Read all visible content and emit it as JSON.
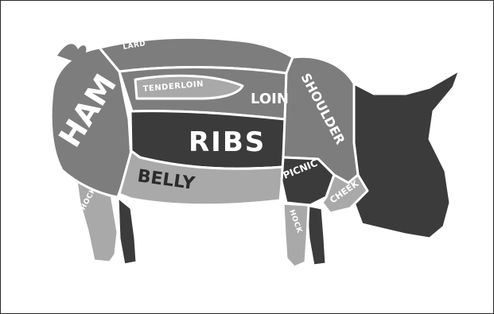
{
  "diagram": {
    "cuts": [
      {
        "id": "ham",
        "label": "HAM"
      },
      {
        "id": "lard",
        "label": "LARD"
      },
      {
        "id": "tenderloin",
        "label": "TENDERLOIN"
      },
      {
        "id": "loin",
        "label": "LOIN"
      },
      {
        "id": "ribs",
        "label": "RIBS"
      },
      {
        "id": "belly",
        "label": "BELLY"
      },
      {
        "id": "shoulder",
        "label": "SHOULDER"
      },
      {
        "id": "picnic",
        "label": "PICNIC"
      },
      {
        "id": "cheek",
        "label": "CHEEK"
      },
      {
        "id": "hock_back",
        "label": "HOCK"
      },
      {
        "id": "hock_front",
        "label": "HOCK"
      }
    ],
    "colors": {
      "dark": "#3b3b3b",
      "medium": "#7d7d7d",
      "light": "#a9a9a9",
      "outline": "#ffffff"
    }
  }
}
